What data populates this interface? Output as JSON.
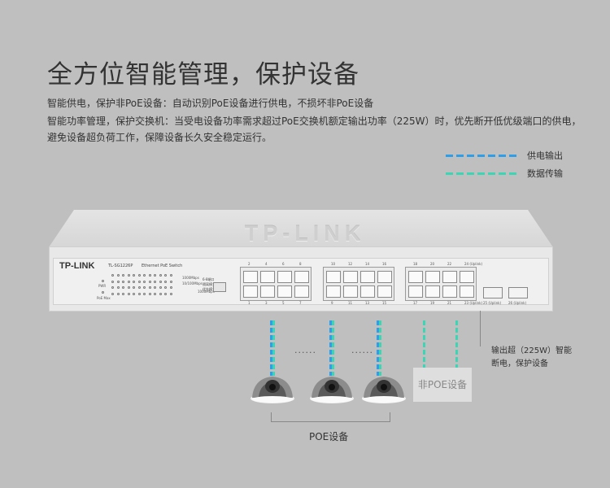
{
  "header": {
    "title": "全方位智能管理，保护设备",
    "line1": "智能供电，保护非PoE设备：自动识别PoE设备进行供电，不损坏非PoE设备",
    "line2a": "智能功率管理，保护交换机：当受电设备功率需求超过PoE交换机额定输出功率（225W）时，优先断开低优级端口的供电，",
    "line2b": "避免设备超负荷工作，保障设备长久安全稳定运行。"
  },
  "legend": {
    "power_label": "供电输出",
    "data_label": "数据传输",
    "power_color": "#2f9ee8",
    "data_color": "#3dd6b4"
  },
  "switch": {
    "wordmark": "TP-LINK",
    "brand": "TP-LINK",
    "model": "TL-SG1226P",
    "desc": "Ethernet PoE Switch",
    "power_led": "PWR",
    "poe_max_led": "PoE Max",
    "speed_1000": "1000Mbps",
    "speed_10_100": "10/100Mbps",
    "mode_lines": [
      "6-8端口",
      "隔离模式",
      "优先模式"
    ],
    "ports_top": [
      "2",
      "4",
      "6",
      "8",
      "10",
      "12",
      "14",
      "16",
      "18",
      "20",
      "22",
      "24 (Uplink)"
    ],
    "ports_bottom": [
      "1",
      "3",
      "5",
      "7",
      "9",
      "11",
      "13",
      "15",
      "17",
      "19",
      "21",
      "23 (Uplink)"
    ],
    "sfp_labels": [
      "25 (Uplink)",
      "26 (Uplink)"
    ]
  },
  "diagram": {
    "ellipsis": "......",
    "nonpoe_label": "非POE设备",
    "poe_label": "POE设备",
    "callout_line1": "输出超（225W）智能",
    "callout_line2": "断电，保护设备"
  }
}
